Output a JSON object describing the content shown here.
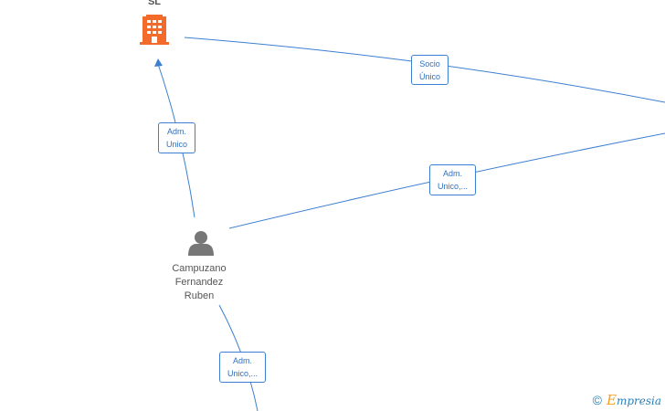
{
  "nodes": {
    "company": {
      "label": "SL",
      "icon": "building-icon",
      "color": "#f26b2b"
    },
    "person": {
      "label_lines": [
        "Campuzano",
        "Fernandez",
        "Ruben"
      ],
      "icon": "person-icon",
      "color": "#777777"
    }
  },
  "edges": [
    {
      "id": "socio-unico",
      "label_lines": [
        "Socio",
        "Único"
      ]
    },
    {
      "id": "adm-unico-company",
      "label_lines": [
        "Adm.",
        "Unico"
      ]
    },
    {
      "id": "adm-unico-right",
      "label_lines": [
        "Adm.",
        "Unico,..."
      ]
    },
    {
      "id": "adm-unico-bottom",
      "label_lines": [
        "Adm.",
        "Unico,..."
      ]
    }
  ],
  "colors": {
    "edge": "#3d7fd1",
    "label_text": "#555555"
  },
  "watermark": {
    "copyright": "©",
    "brand_initial": "E",
    "brand_rest": "mpresia"
  }
}
